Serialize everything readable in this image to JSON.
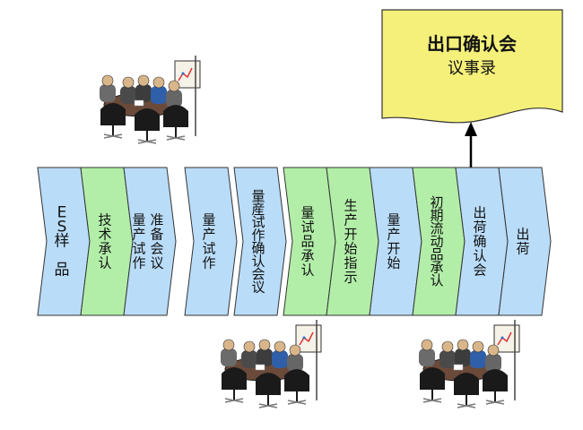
{
  "colors": {
    "blue": "#b9dcf8",
    "green": "#b2eea8",
    "note": "#f4f07a",
    "outline": "#333333"
  },
  "note": {
    "line1": "出口确认会",
    "line2": "议事录"
  },
  "steps": [
    {
      "color": "blue",
      "cols": [
        [
          "E",
          "S",
          "样",
          "",
          "品"
        ]
      ]
    },
    {
      "color": "green",
      "cols": [
        [
          "技",
          "术",
          "承",
          "认"
        ]
      ]
    },
    {
      "color": "blue",
      "cols": [
        [
          "准",
          "备",
          "会",
          "议"
        ],
        [
          "量",
          "产",
          "试",
          "作"
        ]
      ]
    },
    {
      "color": "blue",
      "cols": [
        [
          "量",
          "产",
          "试",
          "作"
        ]
      ]
    },
    {
      "color": "blue",
      "cols": [
        [
          "量",
          "産",
          "试",
          "作",
          "确",
          "认",
          "会",
          "议"
        ]
      ]
    },
    {
      "color": "green",
      "cols": [
        [
          "量",
          "试",
          "品",
          "承",
          "认"
        ]
      ]
    },
    {
      "color": "green",
      "cols": [
        [
          "生",
          "产",
          "开",
          "始",
          "指",
          "示"
        ]
      ]
    },
    {
      "color": "blue",
      "cols": [
        [
          "量",
          "产",
          "开",
          "始"
        ]
      ]
    },
    {
      "color": "green",
      "cols": [
        [
          "初",
          "期",
          "流",
          "动",
          "品",
          "承",
          "认"
        ]
      ]
    },
    {
      "color": "blue",
      "cols": [
        [
          "出",
          "荷",
          "确",
          "认",
          "会"
        ]
      ]
    },
    {
      "color": "blue",
      "cols": [
        [
          "出",
          "荷"
        ]
      ]
    }
  ],
  "meetings": [
    {
      "name": "meeting-illustration-technical-approval"
    },
    {
      "name": "meeting-illustration-trial-confirmation"
    },
    {
      "name": "meeting-illustration-early-flow-approval"
    }
  ]
}
